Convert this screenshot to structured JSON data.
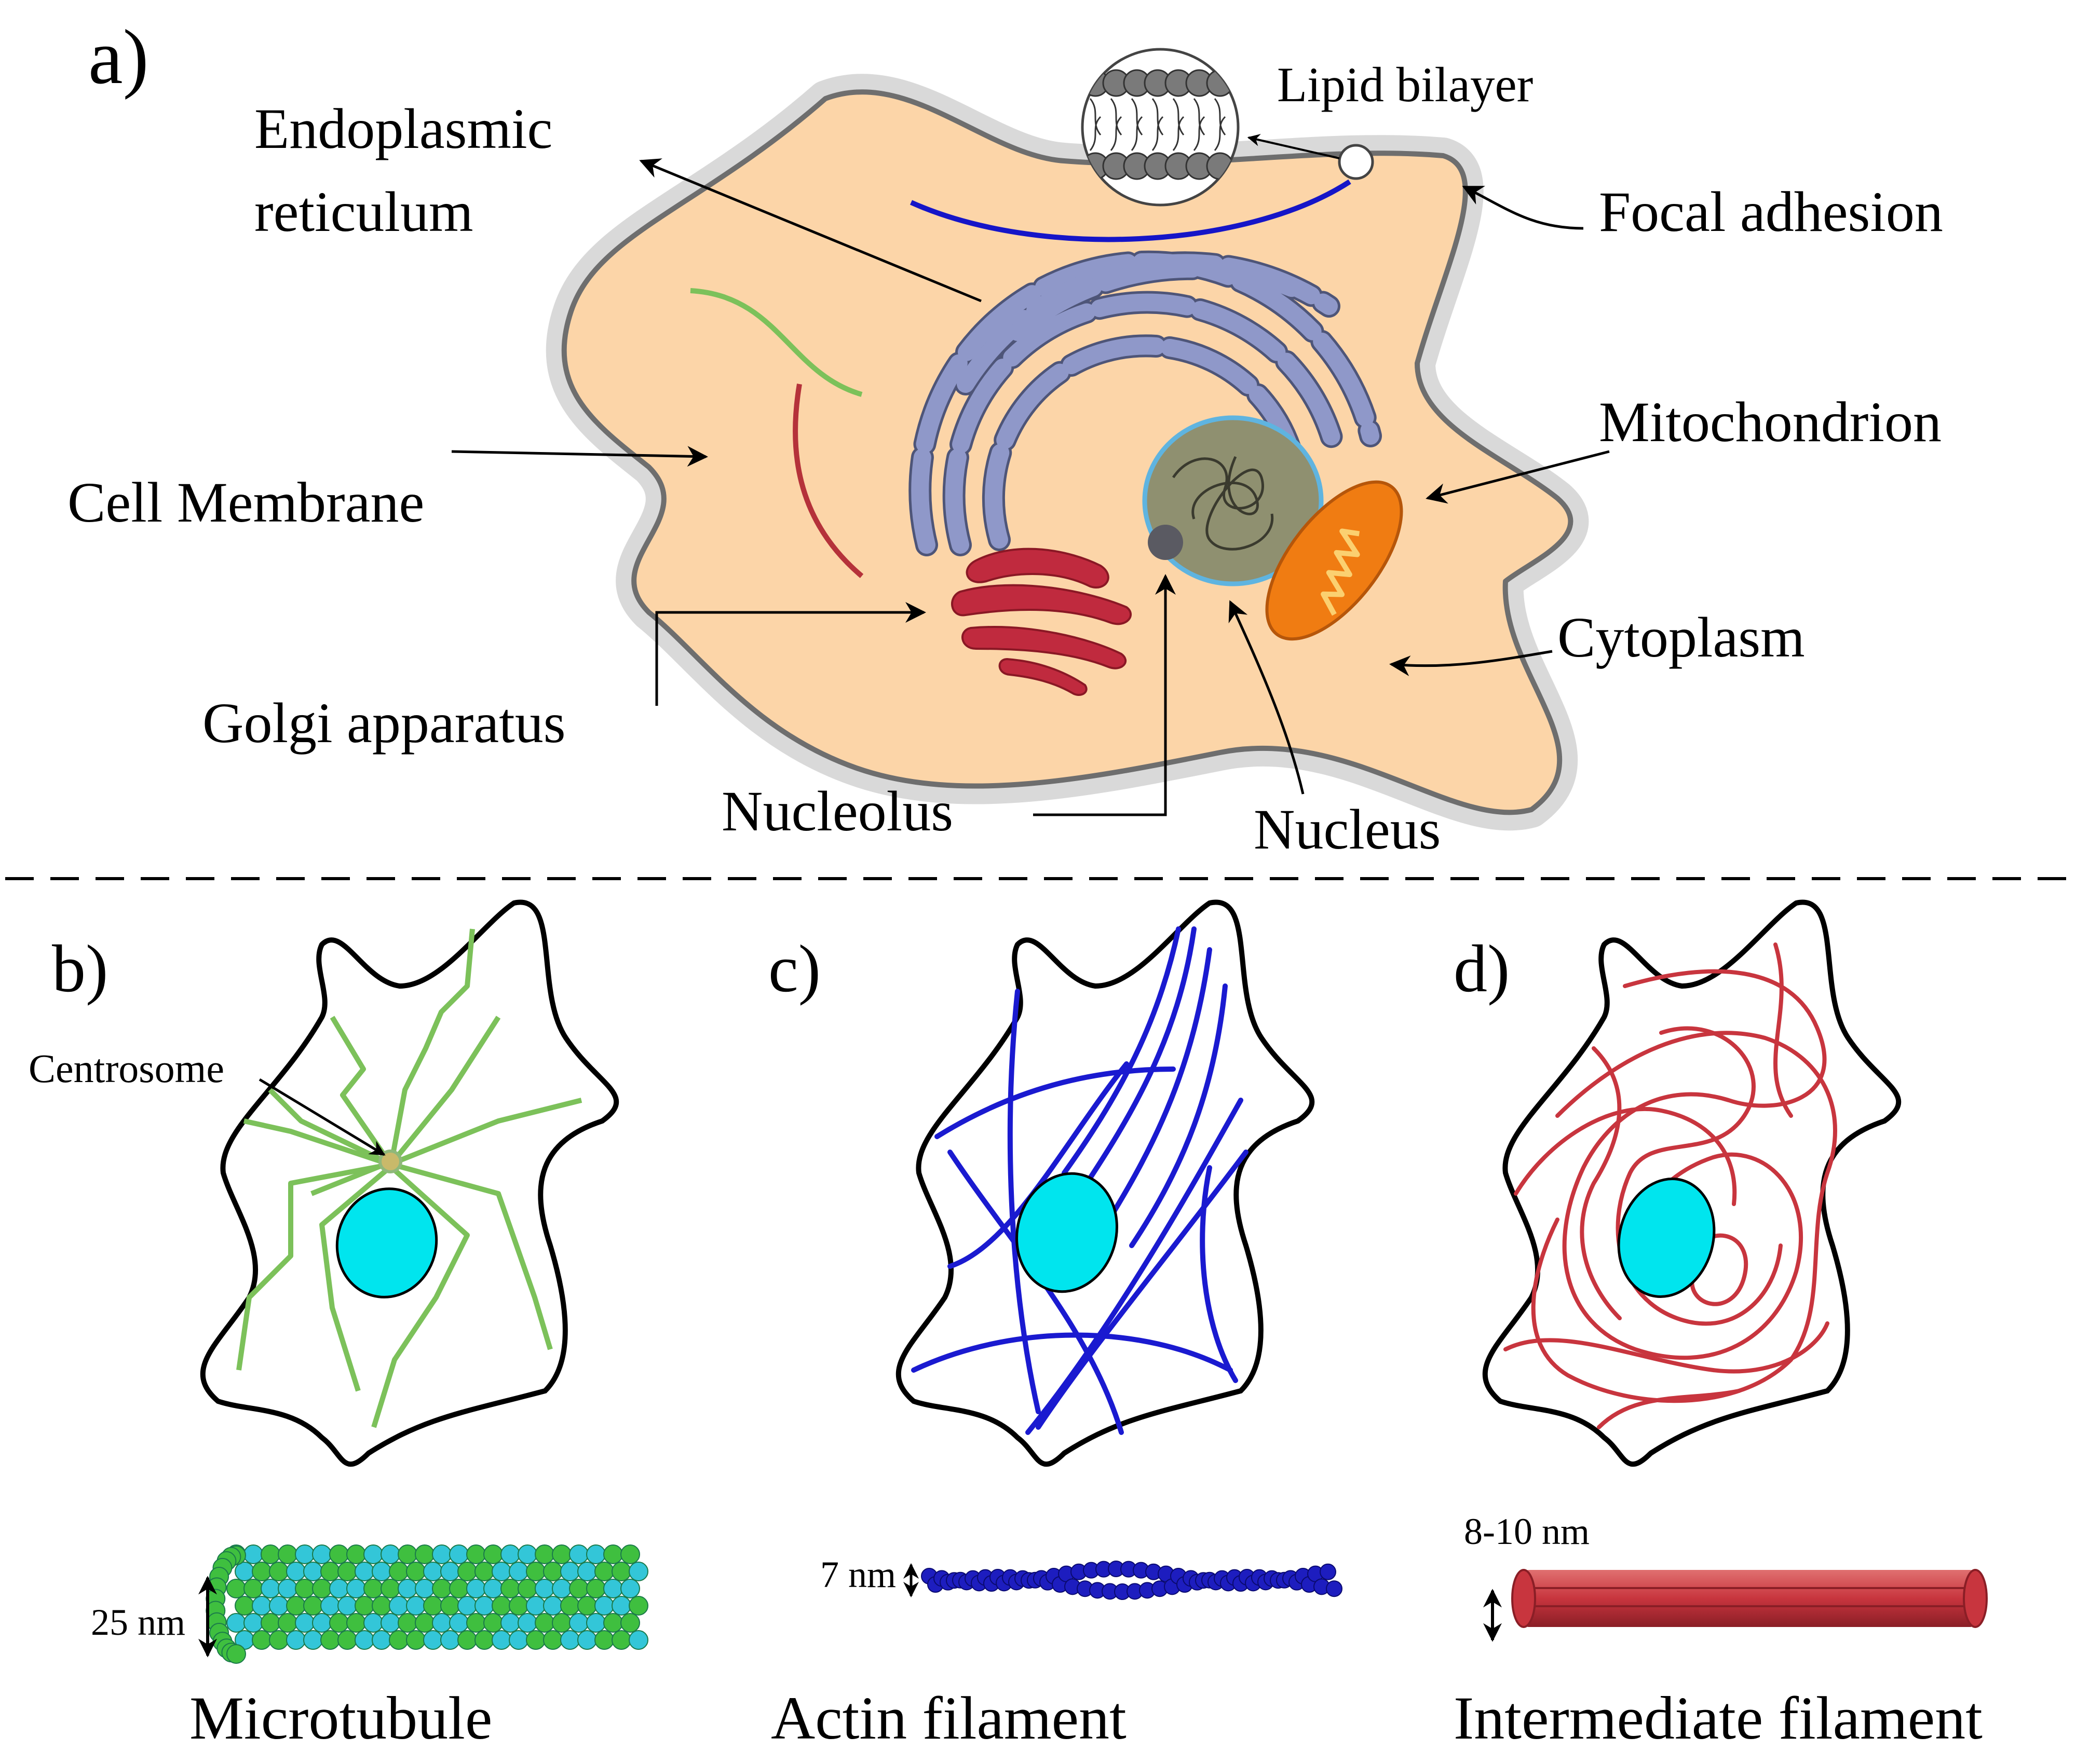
{
  "panel_a": {
    "label": "a)",
    "labels": {
      "endoplasmic_line1": "Endoplasmic",
      "endoplasmic_line2": "reticulum",
      "lipid_bilayer": "Lipid bilayer",
      "focal_adhesion": "Focal adhesion",
      "mitochondrion": "Mitochondrion",
      "cell_membrane": "Cell Membrane",
      "cytoplasm": "Cytoplasm",
      "golgi": "Golgi apparatus",
      "nucleolus": "Nucleolus",
      "nucleus": "Nucleus"
    }
  },
  "panel_b": {
    "label": "b)",
    "centrosome": "Centrosome",
    "size": "25 nm",
    "name": "Microtubule"
  },
  "panel_c": {
    "label": "c)",
    "size": "7 nm",
    "name": "Actin filament"
  },
  "panel_d": {
    "label": "d)",
    "size": "8-10 nm",
    "name": "Intermediate filament"
  },
  "colors": {
    "cytoplasm": "#fcd5a8",
    "membrane_halo": "#d9d9d9",
    "er": "#8f98c9",
    "nucleus": "#8f9070",
    "nucleus_rim": "#5fb4e0",
    "golgi": "#c02a3e",
    "mitochondrion": "#f07c12",
    "microtubule": "#7cc15a",
    "actin": "#1a1ad0",
    "intermediate": "#c8353e",
    "small_nucleus": "#00e5ee"
  }
}
